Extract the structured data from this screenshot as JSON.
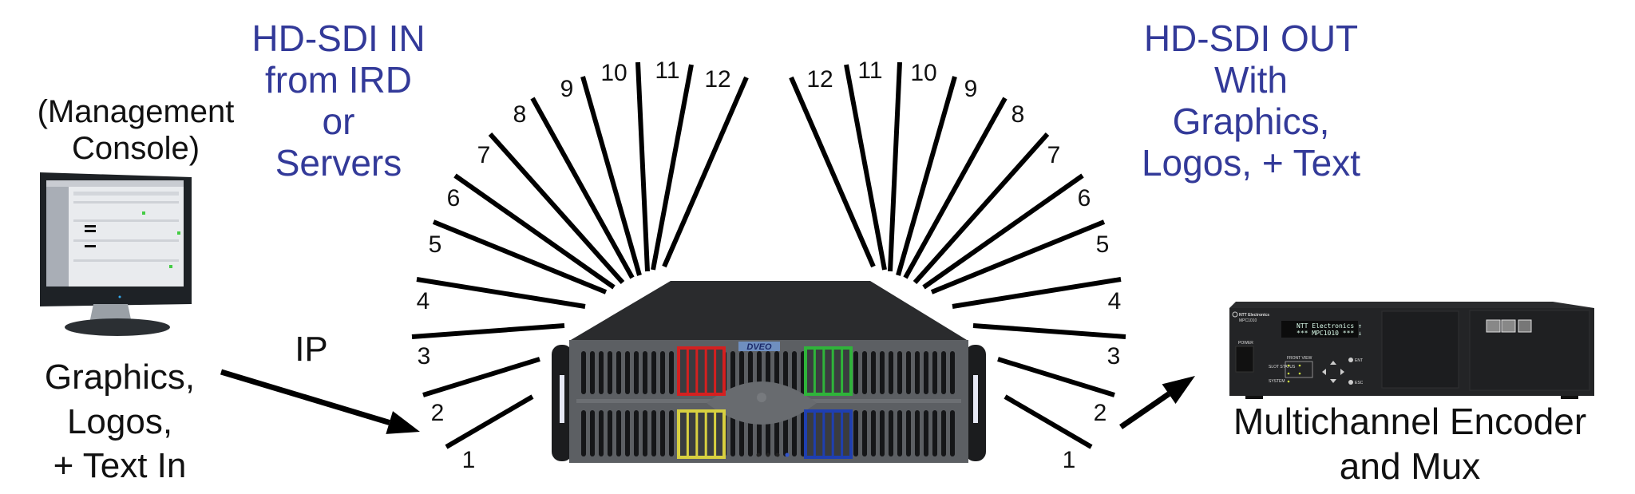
{
  "console": {
    "title_line1": "(Management",
    "title_line2": "Console)",
    "caption_line1": "Graphics,",
    "caption_line2": "Logos,",
    "caption_line3": "+ Text In"
  },
  "ip_label": "IP",
  "inputs": {
    "heading_line1": "HD-SDI IN",
    "heading_line2": "from IRD",
    "heading_line3": "or",
    "heading_line4": "Servers",
    "channels": [
      "1",
      "2",
      "3",
      "4",
      "5",
      "6",
      "7",
      "8",
      "9",
      "10",
      "11",
      "12"
    ]
  },
  "outputs": {
    "heading_line1": "HD-SDI OUT",
    "heading_line2": "With",
    "heading_line3": "Graphics,",
    "heading_line4": "Logos, + Text",
    "channels": [
      "1",
      "2",
      "3",
      "4",
      "5",
      "6",
      "7",
      "8",
      "9",
      "10",
      "11",
      "12"
    ]
  },
  "server": {
    "logo": "DVEO",
    "slot_colors": [
      "#d42020",
      "#2fb43a",
      "#d8d040",
      "#1f3fb0"
    ]
  },
  "encoder": {
    "brand": "NTT Electronics",
    "model": "MPC1010",
    "lcd_line1": "NTT Electronics  ↑",
    "lcd_line2": "*** MPC1010 ***  ↓",
    "power_label": "POWER",
    "front_view_label": "FRONT VIEW",
    "slot_status_label": "SLOT STATUS",
    "system_label": "SYSTEM",
    "ent_label": "ENT",
    "esc_label": "ESC",
    "caption_line1": "Multichannel Encoder",
    "caption_line2": "and Mux"
  }
}
